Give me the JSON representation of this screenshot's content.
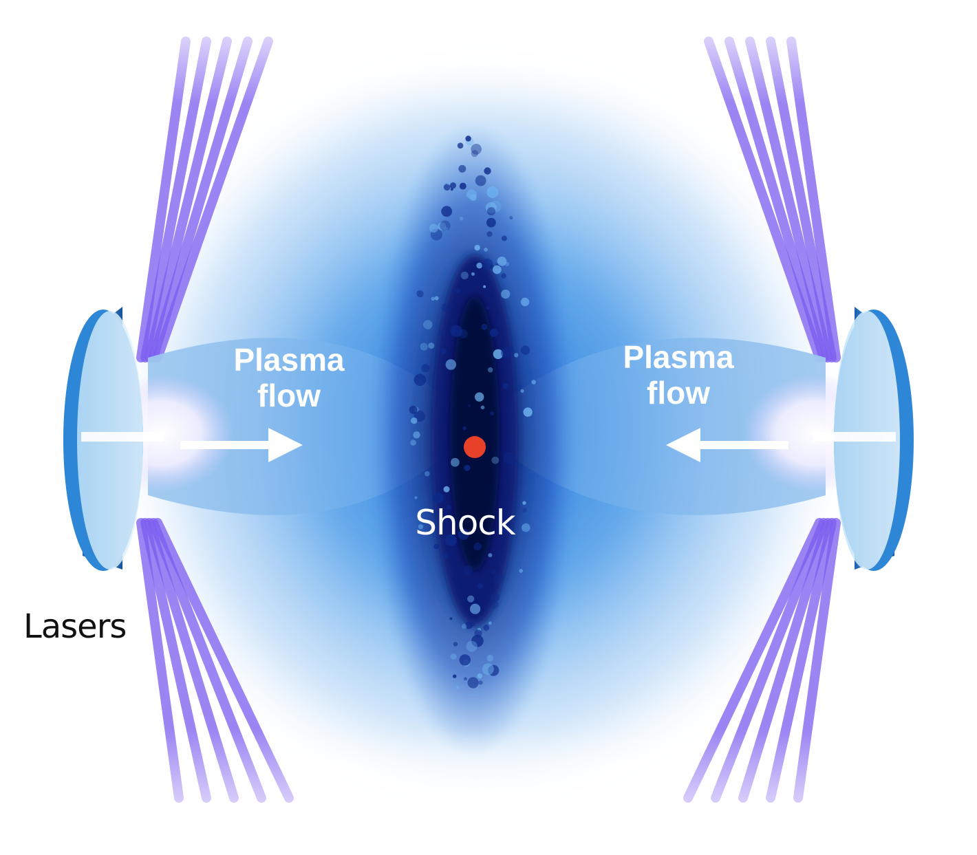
{
  "labels": {
    "left_flow": [
      "Plasma",
      "flow"
    ],
    "right_flow": [
      "Plasma",
      "flow"
    ],
    "shock": "Shock",
    "lasers": "Lasers"
  },
  "colors": {
    "background": "#ffffff",
    "laser_beam": "#7b5cf0",
    "plasma": "#3d8ee8",
    "shock_core": "#0a1f73",
    "target_disc": "#3aa4e6",
    "shock_marker": "#e8412a",
    "label_text": "#ffffff",
    "caption_text": "#111111"
  },
  "icons": [
    "arrow-right-icon",
    "arrow-left-icon",
    "laser-target-disc",
    "shock-marker-dot"
  ]
}
